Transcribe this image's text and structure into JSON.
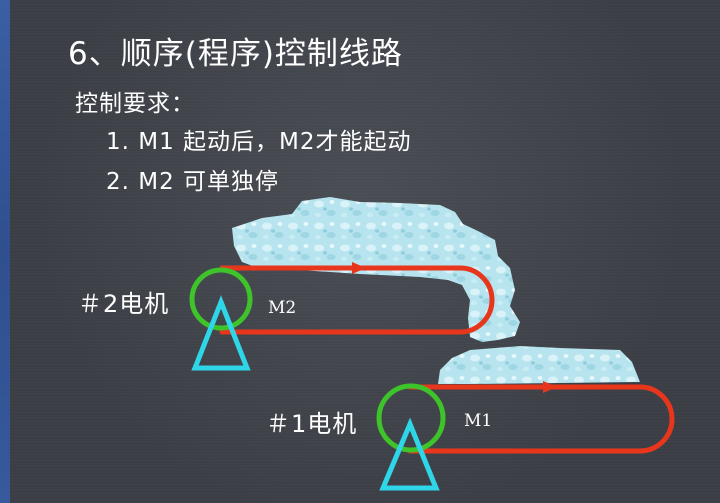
{
  "slide": {
    "title": "6、顺序(程序)控制线路",
    "requirements_heading": "控制要求：",
    "requirements": [
      "1. M1 起动后，M2才能起动",
      "2. M2 可单独停"
    ]
  },
  "diagram": {
    "motor2": {
      "label": "＃2电机",
      "tag": "M2"
    },
    "motor1": {
      "label": "＃1电机",
      "tag": "M1"
    }
  },
  "colors": {
    "background": "#40444b",
    "accent_bar": "#3a5fa3",
    "belt_red": "#e8361c",
    "circle_green": "#3ec42a",
    "triangle_cyan": "#2fd6e8",
    "material_lightblue": "#b9e6ef"
  }
}
